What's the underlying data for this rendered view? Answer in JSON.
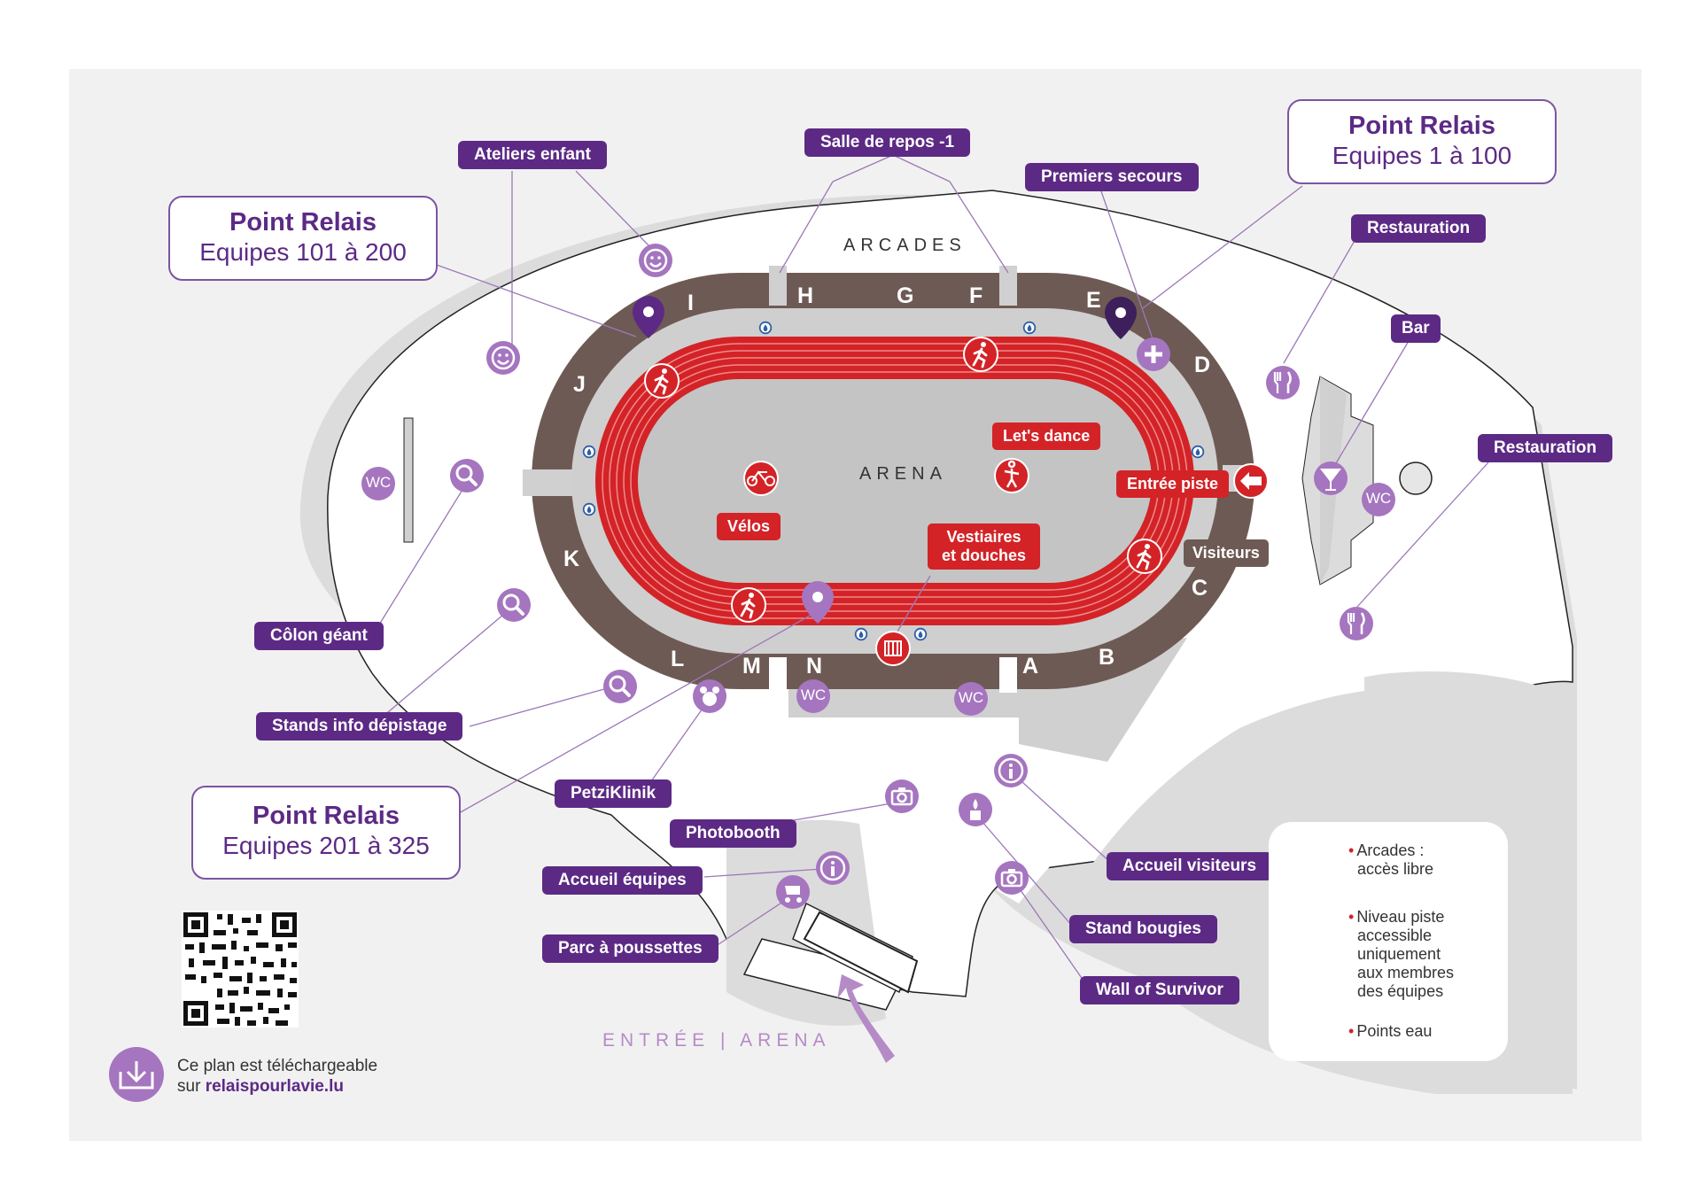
{
  "colors": {
    "purple": "#5c2a85",
    "icon_purple": "#a575bf",
    "track_red": "#d32327",
    "stand_brown": "#6e5a54",
    "water_blue": "#2f5ea6",
    "background": "#f2f1f1"
  },
  "area_labels": {
    "arcades": "ARCADES",
    "arena": "ARENA",
    "entrance": "ENTRÉE | ARENA"
  },
  "sections": [
    "I",
    "H",
    "G",
    "F",
    "E",
    "D",
    "C",
    "B",
    "A",
    "N",
    "M",
    "L",
    "K",
    "J"
  ],
  "relay_points": [
    {
      "title": "Point Relais",
      "teams": "Equipes 1 à 100"
    },
    {
      "title": "Point Relais",
      "teams": "Equipes 101 à 200"
    },
    {
      "title": "Point Relais",
      "teams": "Equipes 201 à 325"
    }
  ],
  "labels": {
    "ateliers_enfant": "Ateliers enfant",
    "salle_repos": "Salle de repos -1",
    "premiers_secours": "Premiers secours",
    "restauration_top": "Restauration",
    "bar": "Bar",
    "restauration_right": "Restauration",
    "colon_geant": "Côlon géant",
    "stands_info": "Stands info dépistage",
    "petziklinik": "PetziKlinik",
    "photobooth": "Photobooth",
    "accueil_equipes": "Accueil équipes",
    "parc_poussettes": "Parc à poussettes",
    "accueil_visiteurs": "Accueil visiteurs",
    "stand_bougies": "Stand bougies",
    "wall_survivor": "Wall of Survivor"
  },
  "track_labels": {
    "lets_dance": "Let's dance",
    "entree_piste": "Entrée piste",
    "velos": "Vélos",
    "vestiaires_1": "Vestiaires",
    "vestiaires_2": "et douches",
    "visiteurs": "Visiteurs"
  },
  "wc_label": "WC",
  "legend": {
    "arcades_1": "Arcades :",
    "arcades_2": "accès libre",
    "piste_1": "Niveau piste",
    "piste_2": "accessible",
    "piste_3": "uniquement",
    "piste_4": "aux membres",
    "piste_5": "des équipes",
    "eau": "Points eau"
  },
  "download": {
    "line1": "Ce plan est téléchargeable",
    "line2_prefix": "sur ",
    "line2_link": "relaispourlavie.lu"
  }
}
